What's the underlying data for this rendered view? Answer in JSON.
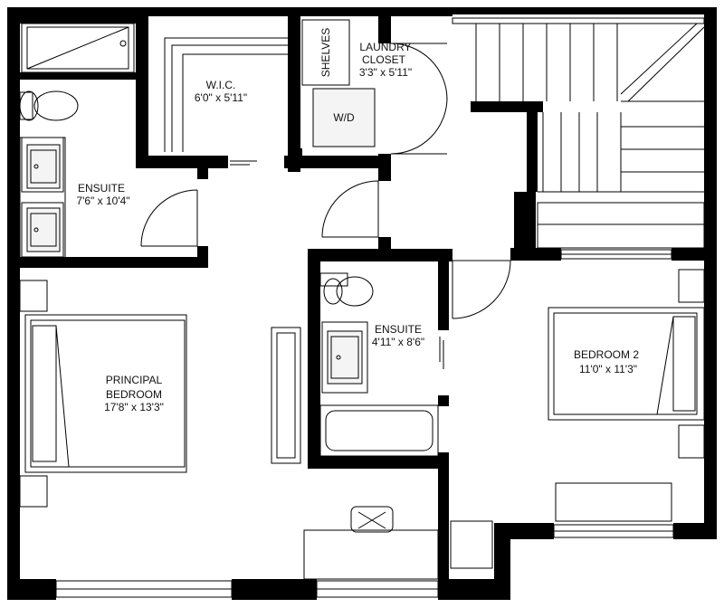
{
  "rooms": {
    "wic": {
      "name": "W.I.C.",
      "dims": "6'0\" x 5'11\""
    },
    "shelves": {
      "name": "SHELVES"
    },
    "laundry": {
      "name_line1": "LAUNDRY",
      "name_line2": "CLOSET",
      "dims": "3'3\" x 5'11\""
    },
    "wd": {
      "name": "W/D"
    },
    "ensuite1": {
      "name": "ENSUITE",
      "dims": "7'6\" x 10'4\""
    },
    "ensuite2": {
      "name": "ENSUITE",
      "dims": "4'11\" x 8'6\""
    },
    "principal": {
      "name_line1": "PRINCIPAL",
      "name_line2": "BEDROOM",
      "dims": "17'8\" x 13'3\""
    },
    "bedroom2": {
      "name": "BEDROOM 2",
      "dims": "11'0\" x 11'3\""
    }
  }
}
